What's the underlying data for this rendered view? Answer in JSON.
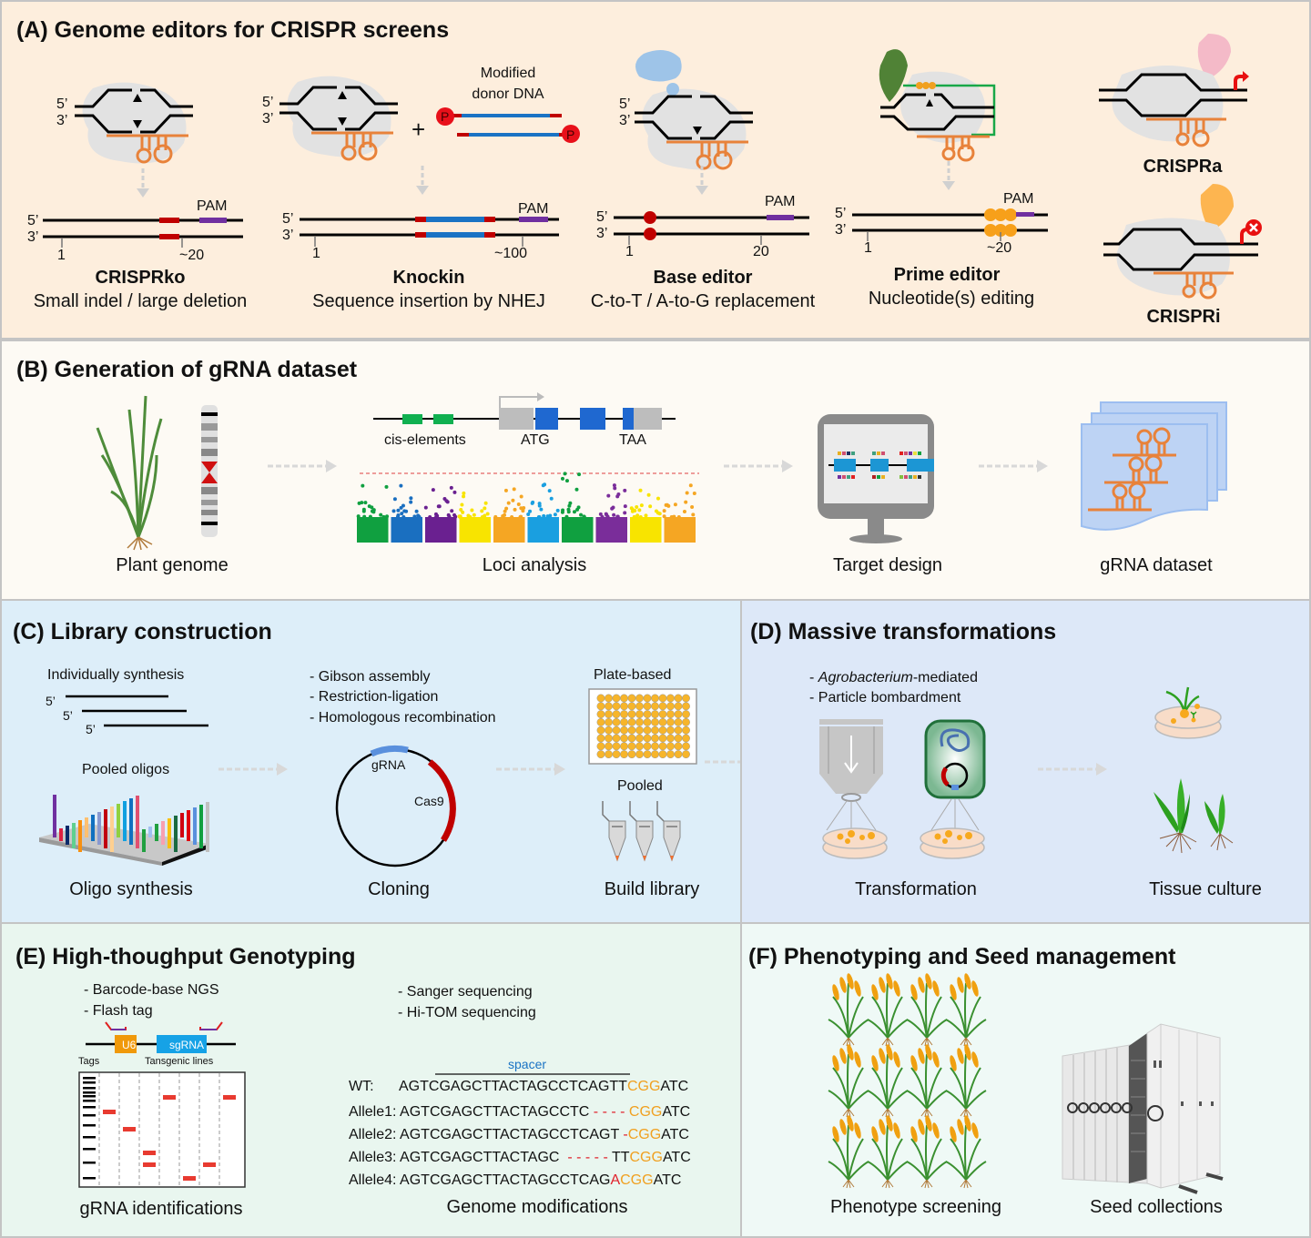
{
  "panelA": {
    "title": "(A) Genome editors for CRISPR screens",
    "strand5": "5’",
    "strand3": "3’",
    "pam": "PAM",
    "editors": [
      {
        "name": "CRISPRko",
        "desc": "Small indel / large deletion",
        "tick_start": "1",
        "tick_end": "~20"
      },
      {
        "name": "Knockin",
        "desc": "Sequence insertion by NHEJ",
        "tick_start": "1",
        "tick_end": "~100",
        "donor_label": "Modified\ndonor DNA",
        "donor_line1": "Modified",
        "donor_line2": "donor DNA",
        "plus": "+",
        "phosphate": "P"
      },
      {
        "name": "Base editor",
        "desc": "C-to-T / A-to-G replacement",
        "tick_start": "1",
        "tick_end": "20"
      },
      {
        "name": "Prime editor",
        "desc": "Nucleotide(s) editing",
        "tick_start": "1",
        "tick_end": "~20"
      }
    ],
    "crispra": "CRISPRa",
    "crispri": "CRISPRi"
  },
  "panelB": {
    "title": "(B) Generation of gRNA dataset",
    "steps": [
      "Plant genome",
      "Loci analysis",
      "Target design",
      "gRNA dataset"
    ],
    "gene_labels": {
      "cis": "cis-elements",
      "start": "ATG",
      "stop": "TAA"
    }
  },
  "panelC": {
    "title": "(C) Library construction",
    "individual": "Individually synthesis",
    "five_prime": "5’",
    "pooled_oligos": "Pooled oligos",
    "methods": [
      "- Gibson assembly",
      "- Restriction-ligation",
      "- Homologous recombination"
    ],
    "plasmid_grna": "gRNA",
    "plasmid_cas9": "Cas9",
    "plate_based": "Plate-based",
    "pooled": "Pooled",
    "steps": [
      "Oligo synthesis",
      "Cloning",
      "Build library"
    ]
  },
  "panelD": {
    "title": "(D) Massive transformations",
    "method1_italic": "Agrobacterium",
    "method1_rest": "-mediated",
    "method1_prefix": "- ",
    "method2": "- Particle bombardment",
    "steps": [
      "Transformation",
      "Tissue culture"
    ]
  },
  "panelE": {
    "title": "(E) High-thoughput Genotyping",
    "left_methods": [
      "- Barcode-base NGS",
      "- Flash tag"
    ],
    "u6": "U6",
    "sgrna": "sgRNA",
    "tags": "Tags",
    "lines": "Tansgenic lines",
    "right_methods": [
      "- Sanger sequencing",
      "- Hi-TOM sequencing"
    ],
    "spacer": "spacer",
    "alleles": [
      {
        "label": "WT:",
        "seq": "AGTCGAGCTTACTAGCCTCAGTT",
        "gap": "",
        "mut": "",
        "pam": "CGG",
        "tail": "ATC"
      },
      {
        "label": "Allele1:",
        "seq": "AGTCGAGCTTACTAGCCTC",
        "gap": " - - - - ",
        "mut": "",
        "pam": "CGG",
        "tail": "ATC"
      },
      {
        "label": "Allele2:",
        "seq": "AGTCGAGCTTACTAGCCTCAGT ",
        "gap": "-",
        "mut": "",
        "pam": "CGG",
        "tail": "ATC"
      },
      {
        "label": "Allele3:",
        "seq": "AGTCGAGCTTACTAGC ",
        "gap": " - - - - - ",
        "mut": "TT",
        "pam": "CGG",
        "tail": "ATC"
      },
      {
        "label": "Allele4:",
        "seq": "AGTCGAGCTTACTAGCCTCAG",
        "gap": "",
        "mut": "A",
        "pam": "CGG",
        "tail": "ATC"
      }
    ],
    "steps": [
      "gRNA identifications",
      "Genome modifications"
    ]
  },
  "panelF": {
    "title": "(F) Phenotyping and Seed management",
    "steps": [
      "Phenotype screening",
      "Seed collections"
    ]
  },
  "colors": {
    "orange_grna": "#e8823a",
    "red": "#c00000",
    "blue": "#1a73c4",
    "purple": "#7030a0",
    "pam_orange": "#f0a020"
  }
}
